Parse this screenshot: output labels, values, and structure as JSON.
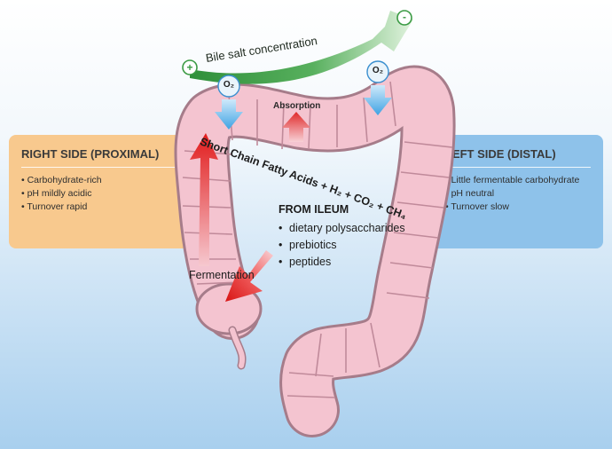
{
  "right_panel": {
    "title": "RIGHT SIDE (PROXIMAL)",
    "items": [
      "Carbohydrate-rich",
      "pH mildly acidic",
      "Turnover rapid"
    ]
  },
  "left_panel": {
    "title": "LEFT SIDE (DISTAL)",
    "items": [
      "Little fermentable carbohydrate",
      "pH neutral",
      "Turnover slow"
    ]
  },
  "bile": {
    "label": "Bile salt concentration",
    "plus": "+",
    "minus": "-"
  },
  "oxygen": {
    "label": "O₂"
  },
  "absorption": {
    "label": "Absorption"
  },
  "scfa": {
    "label": "Short Chain Fatty Acids + H₂ + CO₂ + CH₄"
  },
  "ileum": {
    "title": "FROM ILEUM",
    "items": [
      "dietary polysaccharides",
      "prebiotics",
      "peptides"
    ]
  },
  "fermentation": {
    "label": "Fermentation"
  },
  "colors": {
    "right_panel": "#f8c98e",
    "left_panel": "#8ec2ea",
    "colon": "#f4c4d0",
    "colon_outline": "#a67c8a",
    "bile_arrow": "#4cae52",
    "oxygen_arrow": "#4aaee8",
    "fermentation_arrow": "#e02020"
  }
}
